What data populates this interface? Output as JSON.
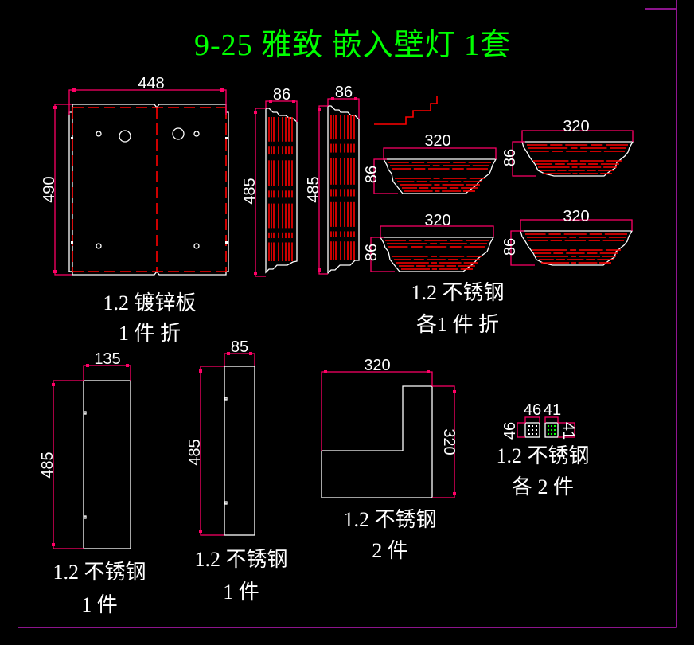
{
  "title": "9-25 雅致 嵌入壁灯 1套",
  "colors": {
    "background": "#000000",
    "title": "#00ff00",
    "outline": "#ffffff",
    "fold_lines": "#ff0000",
    "dimensions": "#ff0066",
    "frame": "#e020e0"
  },
  "parts": [
    {
      "id": "back-plate",
      "dimensions": {
        "width": "448",
        "height": "490"
      },
      "caption_line1": "1.2 镀锌板",
      "caption_line2": "1 件 折"
    },
    {
      "id": "side-profiles",
      "dimensions": {
        "width_a": "86",
        "height_a": "485",
        "width_b": "86",
        "height_b": "485"
      }
    },
    {
      "id": "top-bottom-profiles",
      "dimensions": {
        "p1_width": "320",
        "p1_height": "86",
        "p2_width": "320",
        "p2_height": "86",
        "p3_width": "320",
        "p3_height": "86",
        "p4_width": "320",
        "p4_height": "86"
      },
      "caption_line1": "1.2 不锈钢",
      "caption_line2": "各1 件 折"
    },
    {
      "id": "strip-135",
      "dimensions": {
        "width": "135",
        "height": "485"
      },
      "caption_line1": "1.2 不锈钢",
      "caption_line2": "1 件"
    },
    {
      "id": "strip-85",
      "dimensions": {
        "width": "85",
        "height": "485"
      },
      "caption_line1": "1.2 不锈钢",
      "caption_line2": "1 件"
    },
    {
      "id": "l-bracket",
      "dimensions": {
        "width": "320",
        "height": "320"
      },
      "caption_line1": "1.2 不锈钢",
      "caption_line2": "2 件"
    },
    {
      "id": "small-squares",
      "dimensions": {
        "w1": "46",
        "h1": "46",
        "w2": "41",
        "h2": "41"
      },
      "caption_line1": "1.2 不锈钢",
      "caption_line2": "各 2 件"
    }
  ]
}
